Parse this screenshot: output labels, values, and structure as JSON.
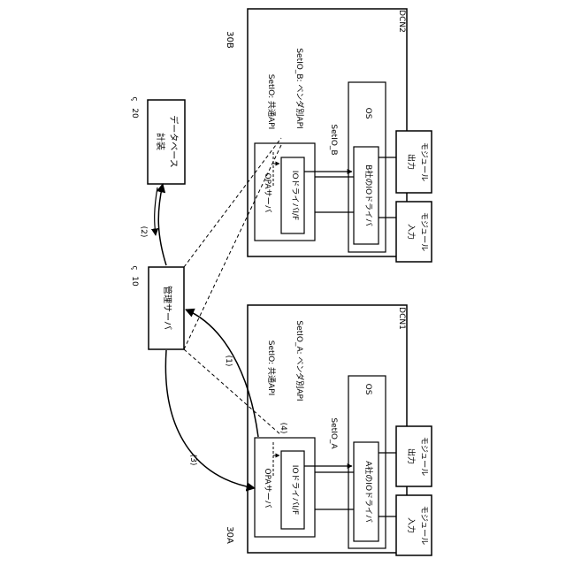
{
  "ref": {
    "db": "20",
    "mgmt": "10",
    "dcn_a": "30A",
    "dcn_b": "30B"
  },
  "database": {
    "line1": "計装",
    "line2": "データベース"
  },
  "management_server": "管理サーバ",
  "steps": {
    "s1": "(1)",
    "s2": "(2)",
    "s3": "(3)",
    "s4": "(4)"
  },
  "dcn_a": {
    "name": "DCN1",
    "common_api": "SetIO: 共通API",
    "vendor_api": "SetIO_A: ベンダ別API",
    "set_io": "SetIO_A",
    "os": "OS",
    "opa_server": "OPAサーバ",
    "io_driver_if": "IOドライバI/F",
    "vendor_driver": "A社のIOドライバ",
    "input_module": [
      "入力",
      "モジュール"
    ],
    "output_module": [
      "出力",
      "モジュール"
    ]
  },
  "dcn_b": {
    "name": "DCN2",
    "common_api": "SetIO: 共通API",
    "vendor_api": "SetIO_B: ベンダ別API",
    "set_io": "SetIO_B",
    "os": "OS",
    "opa_server": "OPAサーバ",
    "io_driver_if": "IOドライバI/F",
    "vendor_driver": "B社のIOドライバ",
    "input_module": [
      "入力",
      "モジュール"
    ],
    "output_module": [
      "出力",
      "モジュール"
    ]
  }
}
